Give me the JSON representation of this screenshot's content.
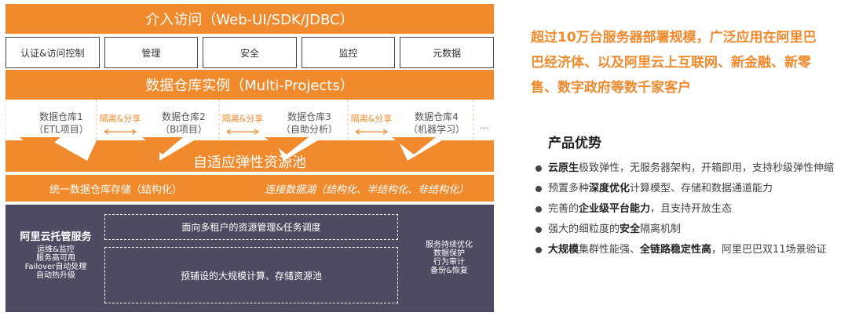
{
  "diagram": {
    "access_layer": "介入访问（Web-UI/SDK/JDBC）",
    "capabilities": [
      "认证&访问控制",
      "管理",
      "安全",
      "监控",
      "元数据"
    ],
    "instance_layer": "数据仓库实例（Multi-Projects）",
    "warehouses": [
      {
        "name": "数据仓库1",
        "type": "（ETL项目）"
      },
      {
        "name": "数据仓库2",
        "type": "（BI项目）"
      },
      {
        "name": "数据仓库3",
        "type": "（自助分析）"
      },
      {
        "name": "数据仓库4",
        "type": "（机器学习）"
      }
    ],
    "more": "…",
    "isolation_label": "隔离&分享",
    "elastic_pool": "自适应弹性资源池",
    "storage_left": "统一数据仓库存储（结构化）",
    "storage_right": "连接数据湖（结构化、半结构化、非结构化）",
    "managed_title": "阿里云托管服务",
    "managed_items": [
      "运维&监控",
      "服务高可用",
      "Failover自动处理",
      "自动热升级"
    ],
    "tenant_mgmt": "面向多租户的资源管理&任务调度",
    "preset_pool": "预铺设的大规模计算、存储资源池",
    "service_items": [
      "服务持续优化",
      "数据保护",
      "行为审计",
      "备份&恢复"
    ],
    "accent_color": "#f08a2c",
    "dark_color": "#4d4a61"
  },
  "right": {
    "headline": "超过10万台服务器部署规模，广泛应用在阿里巴巴经济体、以及阿里云上互联网、新金融、新零售、数字政府等数千家客户",
    "advantages_title": "产品优势",
    "advantages": [
      {
        "pre": "",
        "bold": "云原生",
        "post": "极致弹性，无服务器架构，开箱即用，支持秒级弹性伸缩"
      },
      {
        "pre": "预置多种",
        "bold": "深度优化",
        "post": "计算模型、存储和数据通道能力"
      },
      {
        "pre": "完善的",
        "bold": "企业级平台能力",
        "post": "，且支持开放生态"
      },
      {
        "pre": "强大的细粒度的",
        "bold": "安全",
        "post": "隔离机制"
      },
      {
        "pre": "",
        "bold": "大规模",
        "post": "集群性能强、",
        "bold2": "全链路稳定性高",
        "post2": "，阿里巴巴双11场景验证"
      }
    ]
  }
}
